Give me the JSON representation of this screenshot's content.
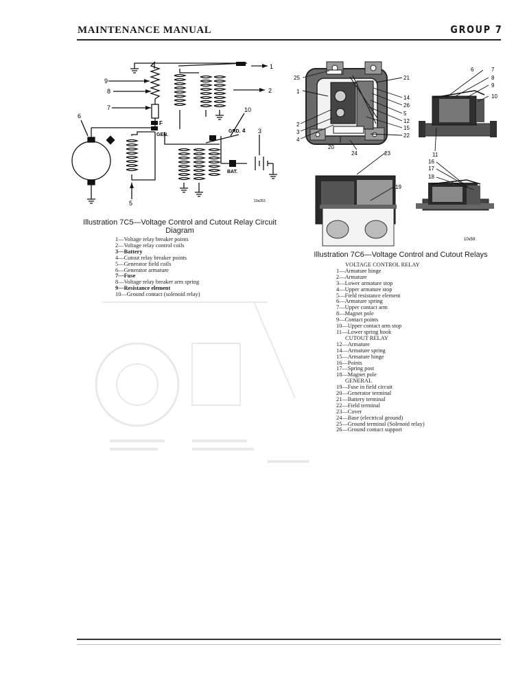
{
  "header": {
    "title": "MAINTENANCE MANUAL",
    "group": "GROUP 7"
  },
  "left_figure": {
    "caption_line1": "Illustration 7C5—Voltage Control and Cutout Relay Circuit",
    "caption_line2": "Diagram",
    "code": "10a353",
    "callouts": [
      "1",
      "2",
      "3",
      "4",
      "5",
      "6",
      "7",
      "8",
      "9",
      "10"
    ],
    "terminal_labels": {
      "field": "F",
      "gen": "GEN.",
      "grd": "GRD.",
      "grd_num": "4",
      "bat": "BAT."
    },
    "legend": [
      {
        "text": "1—Voltage relay breaker points",
        "bold": false
      },
      {
        "text": "2—Voltage relay control coils",
        "bold": false
      },
      {
        "text": "3—Battery",
        "bold": true
      },
      {
        "text": "4—Cutout relay breaker points",
        "bold": false
      },
      {
        "text": "5—Generator field coils",
        "bold": false
      },
      {
        "text": "6—Generator armature",
        "bold": false
      },
      {
        "text": "7—Fuse",
        "bold": true
      },
      {
        "text": "8—Voltage relay breaker arm spring",
        "bold": false
      },
      {
        "text": "9—Resistance element",
        "bold": true
      },
      {
        "text": "10—Ground contact (solenoid relay)",
        "bold": false
      }
    ]
  },
  "right_figure": {
    "caption": "Illustration 7C6—Voltage Control and Cutout Relays",
    "code": "10x59",
    "callouts": [
      "1",
      "2",
      "3",
      "4",
      "5",
      "6",
      "7",
      "8",
      "9",
      "10",
      "11",
      "12",
      "14",
      "15",
      "16",
      "17",
      "18",
      "19",
      "20",
      "21",
      "22",
      "23",
      "24",
      "25",
      "26"
    ],
    "legend": [
      {
        "text": "VOLTAGE CONTROL RELAY",
        "head": true
      },
      {
        "text": "1—Armature hinge"
      },
      {
        "text": "2—Armature"
      },
      {
        "text": "3—Lower armature stop"
      },
      {
        "text": "4—Upper armature stop"
      },
      {
        "text": "5—Field resistance element"
      },
      {
        "text": "6—Armature spring"
      },
      {
        "text": "7—Upper contact arm"
      },
      {
        "text": "8—Magnet pole"
      },
      {
        "text": "9—Contact points"
      },
      {
        "text": "10—Upper contact arm stop"
      },
      {
        "text": "11—Lower spring hook"
      },
      {
        "text": "CUTOUT RELAY",
        "head": true
      },
      {
        "text": "12—Armature"
      },
      {
        "text": "14—Armature spring"
      },
      {
        "text": "15—Armature hinge"
      },
      {
        "text": "16—Points"
      },
      {
        "text": "17—Spring post"
      },
      {
        "text": "18—Magnet pole"
      },
      {
        "text": "GENERAL",
        "head": true
      },
      {
        "text": "19—Fuse in field circuit"
      },
      {
        "text": "20—Generator terminal"
      },
      {
        "text": "21—Battery terminal"
      },
      {
        "text": "22—Field terminal"
      },
      {
        "text": "23—Cover"
      },
      {
        "text": "24—Base (electrical ground)"
      },
      {
        "text": "25—Ground terminal (Solenoid relay)"
      },
      {
        "text": "26—Ground contact support"
      }
    ]
  }
}
